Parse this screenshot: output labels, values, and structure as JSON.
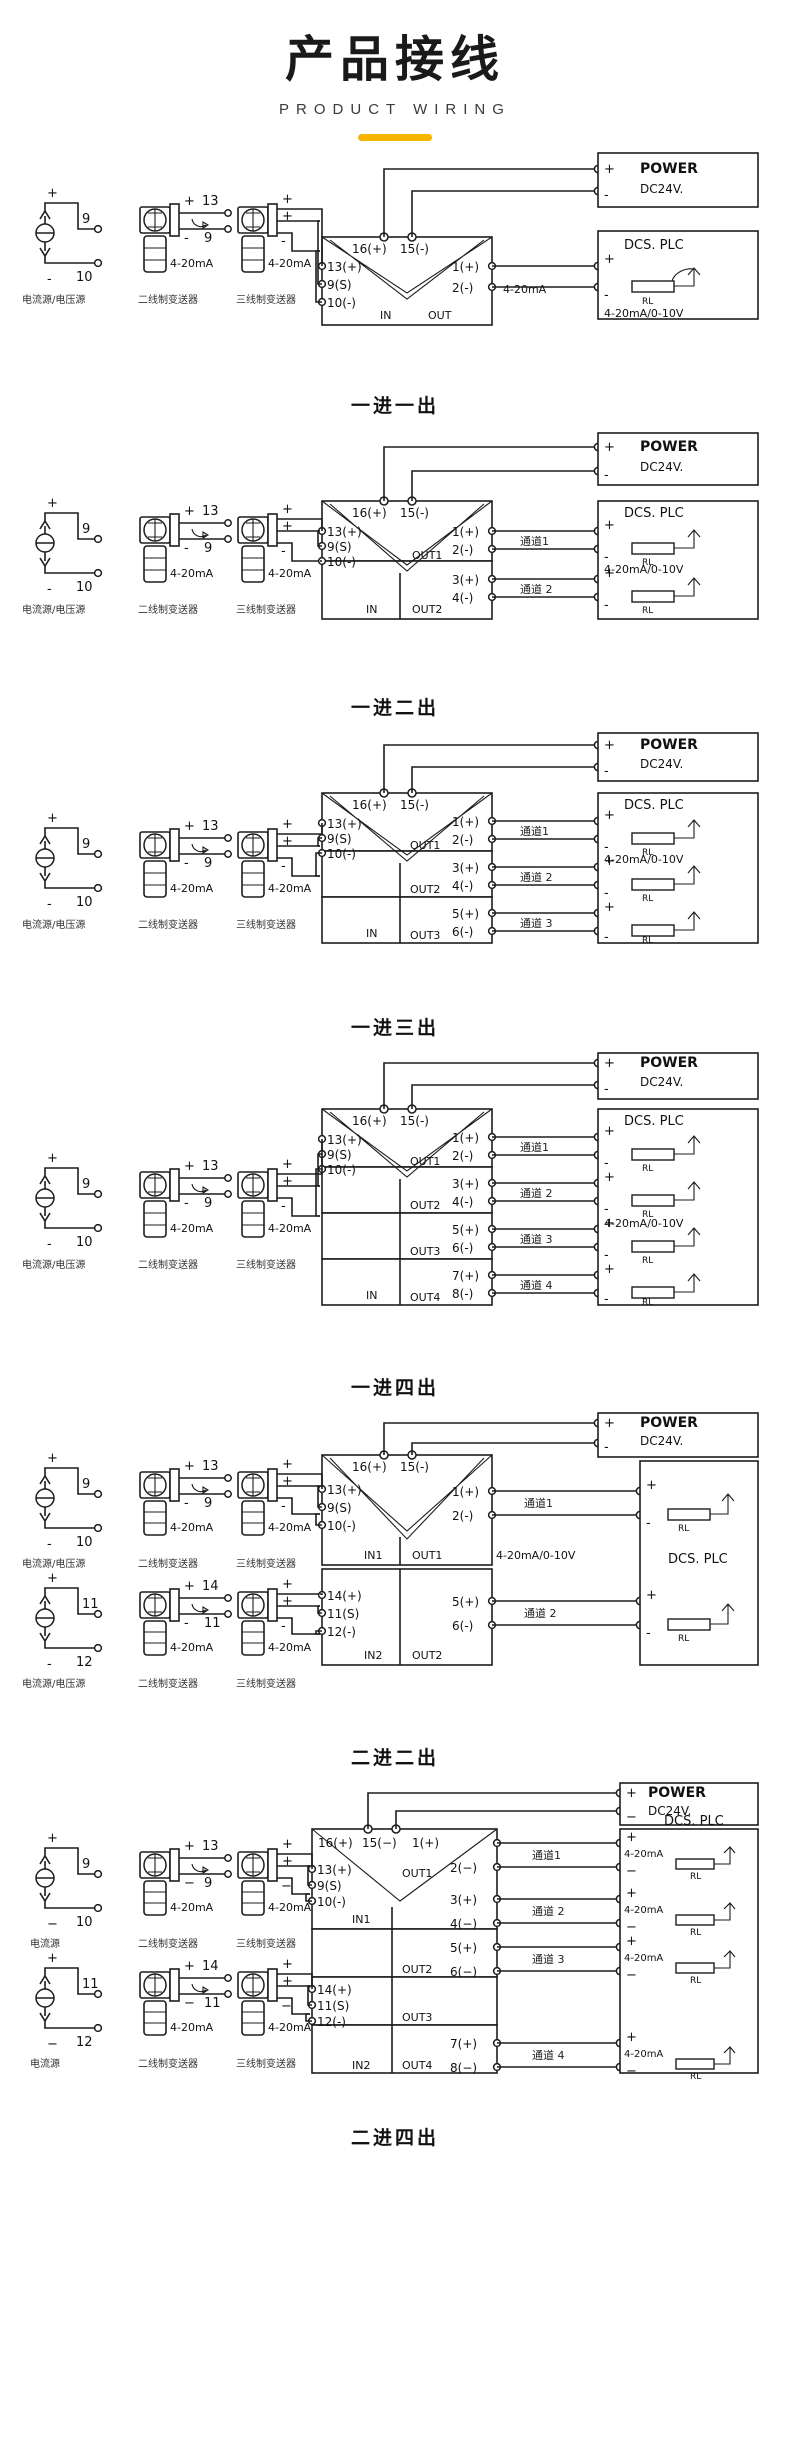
{
  "header": {
    "title_cn": "产品接线",
    "title_en": "PRODUCT WIRING",
    "accent_color": "#f8b500"
  },
  "common": {
    "power_label": "POWER",
    "power_voltage": "DC24V.",
    "plc_label": "DCS. PLC",
    "rl_label": "RL",
    "signal_4_20ma": "4-20mA",
    "signal_range": "4-20mA/0-10V",
    "plus": "+",
    "minus": "-",
    "minus_wide": "−",
    "src_label_cv": "电流源/电压源",
    "src_label_c": "电流源",
    "xmtr2": "二线制变送器",
    "xmtr3": "三线制变送器",
    "in": "IN",
    "in1": "IN1",
    "in2": "IN2",
    "out": "OUT",
    "out1": "OUT1",
    "out2": "OUT2",
    "out3": "OUT3",
    "out4": "OUT4",
    "ch1": "通道1",
    "ch2": "通道 2",
    "ch3": "通道 3",
    "ch4": "通道 4",
    "t16p": "16(+)",
    "t15m": "15(-)",
    "t15m_w": "15(−)",
    "t13p": "13(+)",
    "t9s": "9(S)",
    "t10m": "10(-)",
    "t14p": "14(+)",
    "t11s": "11(S)",
    "t12m": "12(-)",
    "t1p": "1(+)",
    "t2m": "2(-)",
    "t3p": "3(+)",
    "t4m": "4(-)",
    "t5p": "5(+)",
    "t6m": "6(-)",
    "t7p": "7(+)",
    "t8m": "8(-)",
    "t1p_w": "1(+)",
    "t2m_w": "2(−)",
    "t3p_w": "3(+)",
    "t4m_w": "4(−)",
    "t5p_w": "5(+)",
    "t6m_w": "6(−)",
    "t7p_w": "7(+)",
    "t8m_w": "8(−)",
    "t11s_w": "11(S)",
    "src_n9": "9",
    "src_n10": "10",
    "src_n11": "11",
    "src_n12": "12",
    "src_n13": "13",
    "src_n14": "14"
  },
  "diagrams": [
    {
      "id": "one-in-one-out",
      "caption": "一进一出",
      "inputs": 1,
      "outputs": 1,
      "source_label": "电流源/电压源",
      "in_terms": [
        "13(+)",
        "9(S)",
        "10(-)"
      ],
      "out_terms": [
        [
          "1(+)",
          "2(-)"
        ]
      ],
      "out_names": [],
      "channels": [],
      "mid_signal": "4-20mA",
      "plc_range": "4-20mA/0-10V"
    },
    {
      "id": "one-in-two-out",
      "caption": "一进二出",
      "inputs": 1,
      "outputs": 2,
      "source_label": "电流源/电压源",
      "in_terms": [
        "13(+)",
        "9(S)",
        "10(-)"
      ],
      "out_terms": [
        [
          "1(+)",
          "2(-)"
        ],
        [
          "3(+)",
          "4(-)"
        ]
      ],
      "out_names": [
        "OUT1",
        "OUT2"
      ],
      "channels": [
        "通道1",
        "通道 2"
      ],
      "plc_range": "4-20mA/0-10V"
    },
    {
      "id": "one-in-three-out",
      "caption": "一进三出",
      "inputs": 1,
      "outputs": 3,
      "source_label": "电流源/电压源",
      "in_terms": [
        "13(+)",
        "9(S)",
        "10(-)"
      ],
      "out_terms": [
        [
          "1(+)",
          "2(-)"
        ],
        [
          "3(+)",
          "4(-)"
        ],
        [
          "5(+)",
          "6(-)"
        ]
      ],
      "out_names": [
        "OUT1",
        "OUT2",
        "OUT3"
      ],
      "channels": [
        "通道1",
        "通道 2",
        "通道 3"
      ],
      "plc_range": "4-20mA/0-10V"
    },
    {
      "id": "one-in-four-out",
      "caption": "一进四出",
      "inputs": 1,
      "outputs": 4,
      "source_label": "电流源/电压源",
      "in_terms": [
        "13(+)",
        "9(S)",
        "10(-)"
      ],
      "out_terms": [
        [
          "1(+)",
          "2(-)"
        ],
        [
          "3(+)",
          "4(-)"
        ],
        [
          "5(+)",
          "6(-)"
        ],
        [
          "7(+)",
          "8(-)"
        ]
      ],
      "out_names": [
        "OUT1",
        "OUT2",
        "OUT3",
        "OUT4"
      ],
      "channels": [
        "通道1",
        "通道 2",
        "通道 3",
        "通道 4"
      ],
      "plc_range": "4-20mA/0-10V"
    },
    {
      "id": "two-in-two-out",
      "caption": "二进二出",
      "inputs": 2,
      "outputs": 2,
      "source_label": "电流源/电压源",
      "in_terms": [
        "13(+)",
        "9(S)",
        "10(-)"
      ],
      "in_terms2": [
        "14(+)",
        "11(S)",
        "12(-)"
      ],
      "out_terms": [
        [
          "1(+)",
          "2(-)"
        ],
        [
          "5(+)",
          "6(-)"
        ]
      ],
      "out_names": [
        "OUT1",
        "OUT2"
      ],
      "in_names": [
        "IN1",
        "IN2"
      ],
      "channels": [
        "通道1",
        "通道 2"
      ],
      "plc_range": "4-20mA/0-10V"
    },
    {
      "id": "two-in-four-out",
      "caption": "二进四出",
      "inputs": 2,
      "outputs": 4,
      "source_label": "电流源",
      "in_terms": [
        "13(+)",
        "9(S)",
        "10(-)"
      ],
      "in_terms2": [
        "14(+)",
        "11(S)",
        "12(-)"
      ],
      "out_terms": [
        [
          "1(+)",
          "2(−)"
        ],
        [
          "3(+)",
          "4(−)"
        ],
        [
          "5(+)",
          "6(−)"
        ],
        [
          "7(+)",
          "8(−)"
        ]
      ],
      "out_names": [
        "OUT1",
        "OUT2",
        "OUT3",
        "OUT4"
      ],
      "in_names": [
        "IN1",
        "IN2"
      ],
      "channels": [
        "通道1",
        "通道 2",
        "通道 3",
        "通道 4"
      ],
      "channel_signal": "4-20mA"
    }
  ]
}
